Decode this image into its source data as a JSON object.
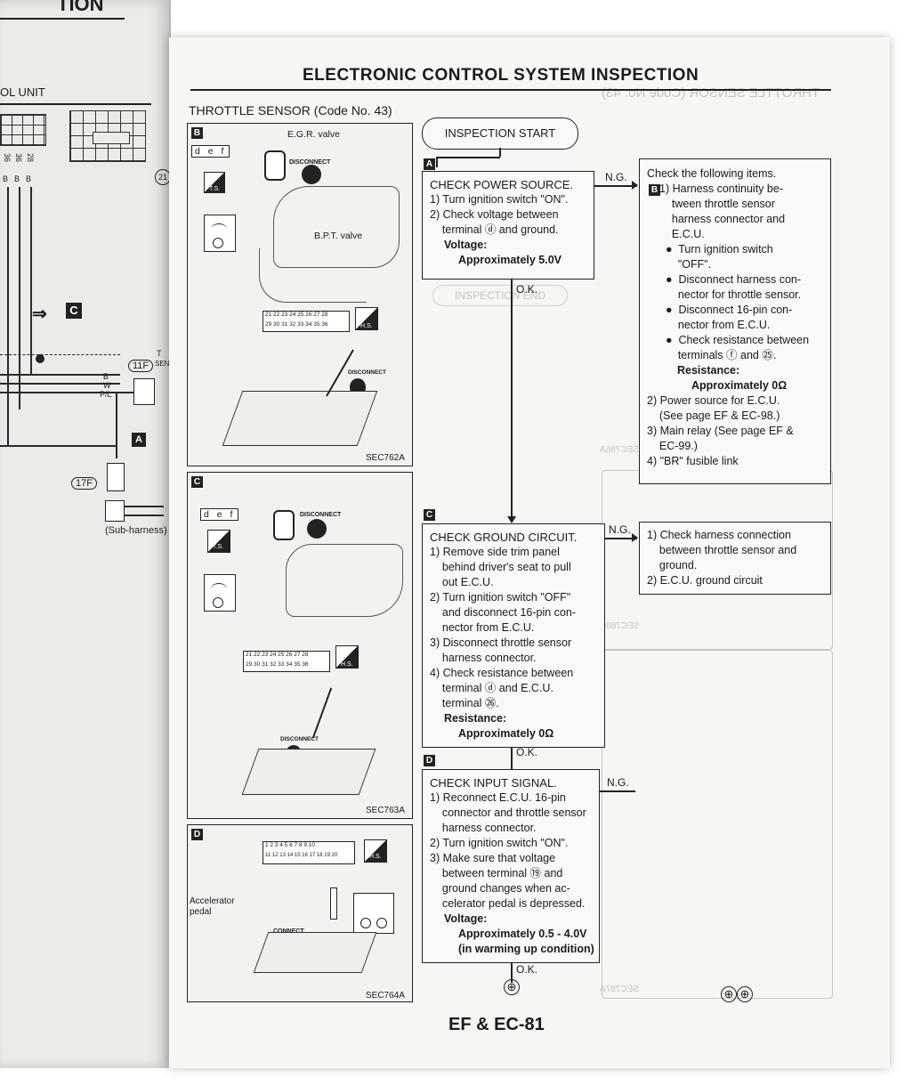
{
  "left_page": {
    "heading_fragment": "TION",
    "unit_label": "OL UNIT",
    "pins": [
      "36",
      "36",
      "28"
    ],
    "wire_colors": [
      "B",
      "B",
      "B"
    ],
    "marker_c": "C",
    "connector_11f": "11F",
    "connector_17f": "17F",
    "wire_labels": [
      "B",
      "W",
      "P/L"
    ],
    "marker_a": "A",
    "sub_harness": "(Sub-harness)",
    "right_labels": [
      "T",
      "SEN"
    ],
    "circle_21": "21"
  },
  "header": {
    "title": "ELECTRONIC CONTROL SYSTEM INSPECTION",
    "section_title": "THROTTLE SENSOR (Code No. 43)"
  },
  "panel_b": {
    "letter": "B",
    "egr_label": "E.G.R. valve",
    "bpt_label": "B.P.T. valve",
    "terminals": "d e f",
    "disconnect_1": "DISCONNECT",
    "disconnect_2": "DISCONNECT",
    "ts_label": "T.S.",
    "hs_label": "H.S.",
    "pins_row1": "21 22 23 24 25 26 27 28",
    "pins_row2": "29 30 31 32 33 34 35 36",
    "code": "SEC762A"
  },
  "panel_c": {
    "letter": "C",
    "terminals": "d e f",
    "disconnect_1": "DISCONNECT",
    "disconnect_2": "DISCONNECT",
    "ts_label": "T.S.",
    "hs_label": "H.S.",
    "pins_row1": "21 22 23 24 25 26 27 28",
    "pins_row2": "29 30 31 32 33 34 35 36",
    "code": "SEC763A"
  },
  "panel_d": {
    "letter": "D",
    "pins_row1": "1 2 3 4 5 6 7 8 9 10",
    "pins_row2": "11 12 13 14 15 16 17 18 19 20",
    "hs_label": "H.S.",
    "accel_label": "Accelerator\npedal",
    "connect_label": "CONNECT",
    "code": "SEC764A"
  },
  "flow": {
    "start": "INSPECTION START",
    "step_a": {
      "letter": "A",
      "title": "CHECK POWER SOURCE.",
      "lines": "1) Turn ignition switch \"ON\".\n2) Check voltage between\n    terminal ⓓ and ground.",
      "value_label": "Voltage:",
      "value": "Approximately 5.0V"
    },
    "step_c": {
      "letter": "C",
      "title": "CHECK GROUND CIRCUIT.",
      "lines": "1) Remove side trim panel\n    behind driver's seat to pull\n    out E.C.U.\n2) Turn ignition switch \"OFF\"\n    and disconnect 16-pin con-\n    nector from E.C.U.\n3) Disconnect throttle sensor\n    harness connector.\n4) Check resistance between\n    terminal ⓓ and E.C.U.\n    terminal ㉖.",
      "value_label": "Resistance:",
      "value": "Approximately 0Ω"
    },
    "step_d": {
      "letter": "D",
      "title": "CHECK INPUT SIGNAL.",
      "lines": "1) Reconnect E.C.U. 16-pin\n    connector and throttle sensor\n    harness connector.\n2) Turn ignition switch \"ON\".\n3) Make sure that voltage\n    between terminal ⑲ and\n    ground changes when ac-\n    celerator pedal is depressed.",
      "value_label": "Voltage:",
      "value": "Approximately 0.5 - 4.0V",
      "value_note": "(in warming up condition)"
    },
    "ok_1": "O.K.",
    "ok_2": "O.K.",
    "ok_3": "O.K.",
    "ng_1": "N.G.",
    "ng_2": "N.G.",
    "ng_3": "N.G.",
    "terminal_symbol": "⊕",
    "check_items_1": {
      "intro": "Check the following items.",
      "letter": "B",
      "lines": "1) Harness continuity be-\n    tween throttle sensor\n    harness connector and\n    E.C.U.\n  ●  Turn ignition switch\n      \"OFF\".\n  ●  Disconnect harness con-\n      nector for throttle sensor.\n  ●  Disconnect 16-pin con-\n      nector from E.C.U.\n  ●  Check resistance between\n      terminals ⓕ and ㉕.",
      "value_label": "Resistance:",
      "value": "Approximately 0Ω",
      "tail": "2) Power source for E.C.U.\n    (See page EF & EC-98.)\n3) Main relay (See page EF &\n    EC-99.)\n4) \"BR\" fusible link"
    },
    "check_items_2": {
      "lines": "1) Check harness connection\n    between throttle sensor and\n    ground.\n2) E.C.U. ground circuit"
    }
  },
  "ghost_text": {
    "mirror_header": "THROTTLE SENSOR (Code No. 43)",
    "inspection_end": "INSPECTION END",
    "sec_codes": [
      "SEC786A",
      "SEC788C",
      "SEC787A"
    ]
  },
  "footer": {
    "page_number": "EF & EC-81"
  }
}
